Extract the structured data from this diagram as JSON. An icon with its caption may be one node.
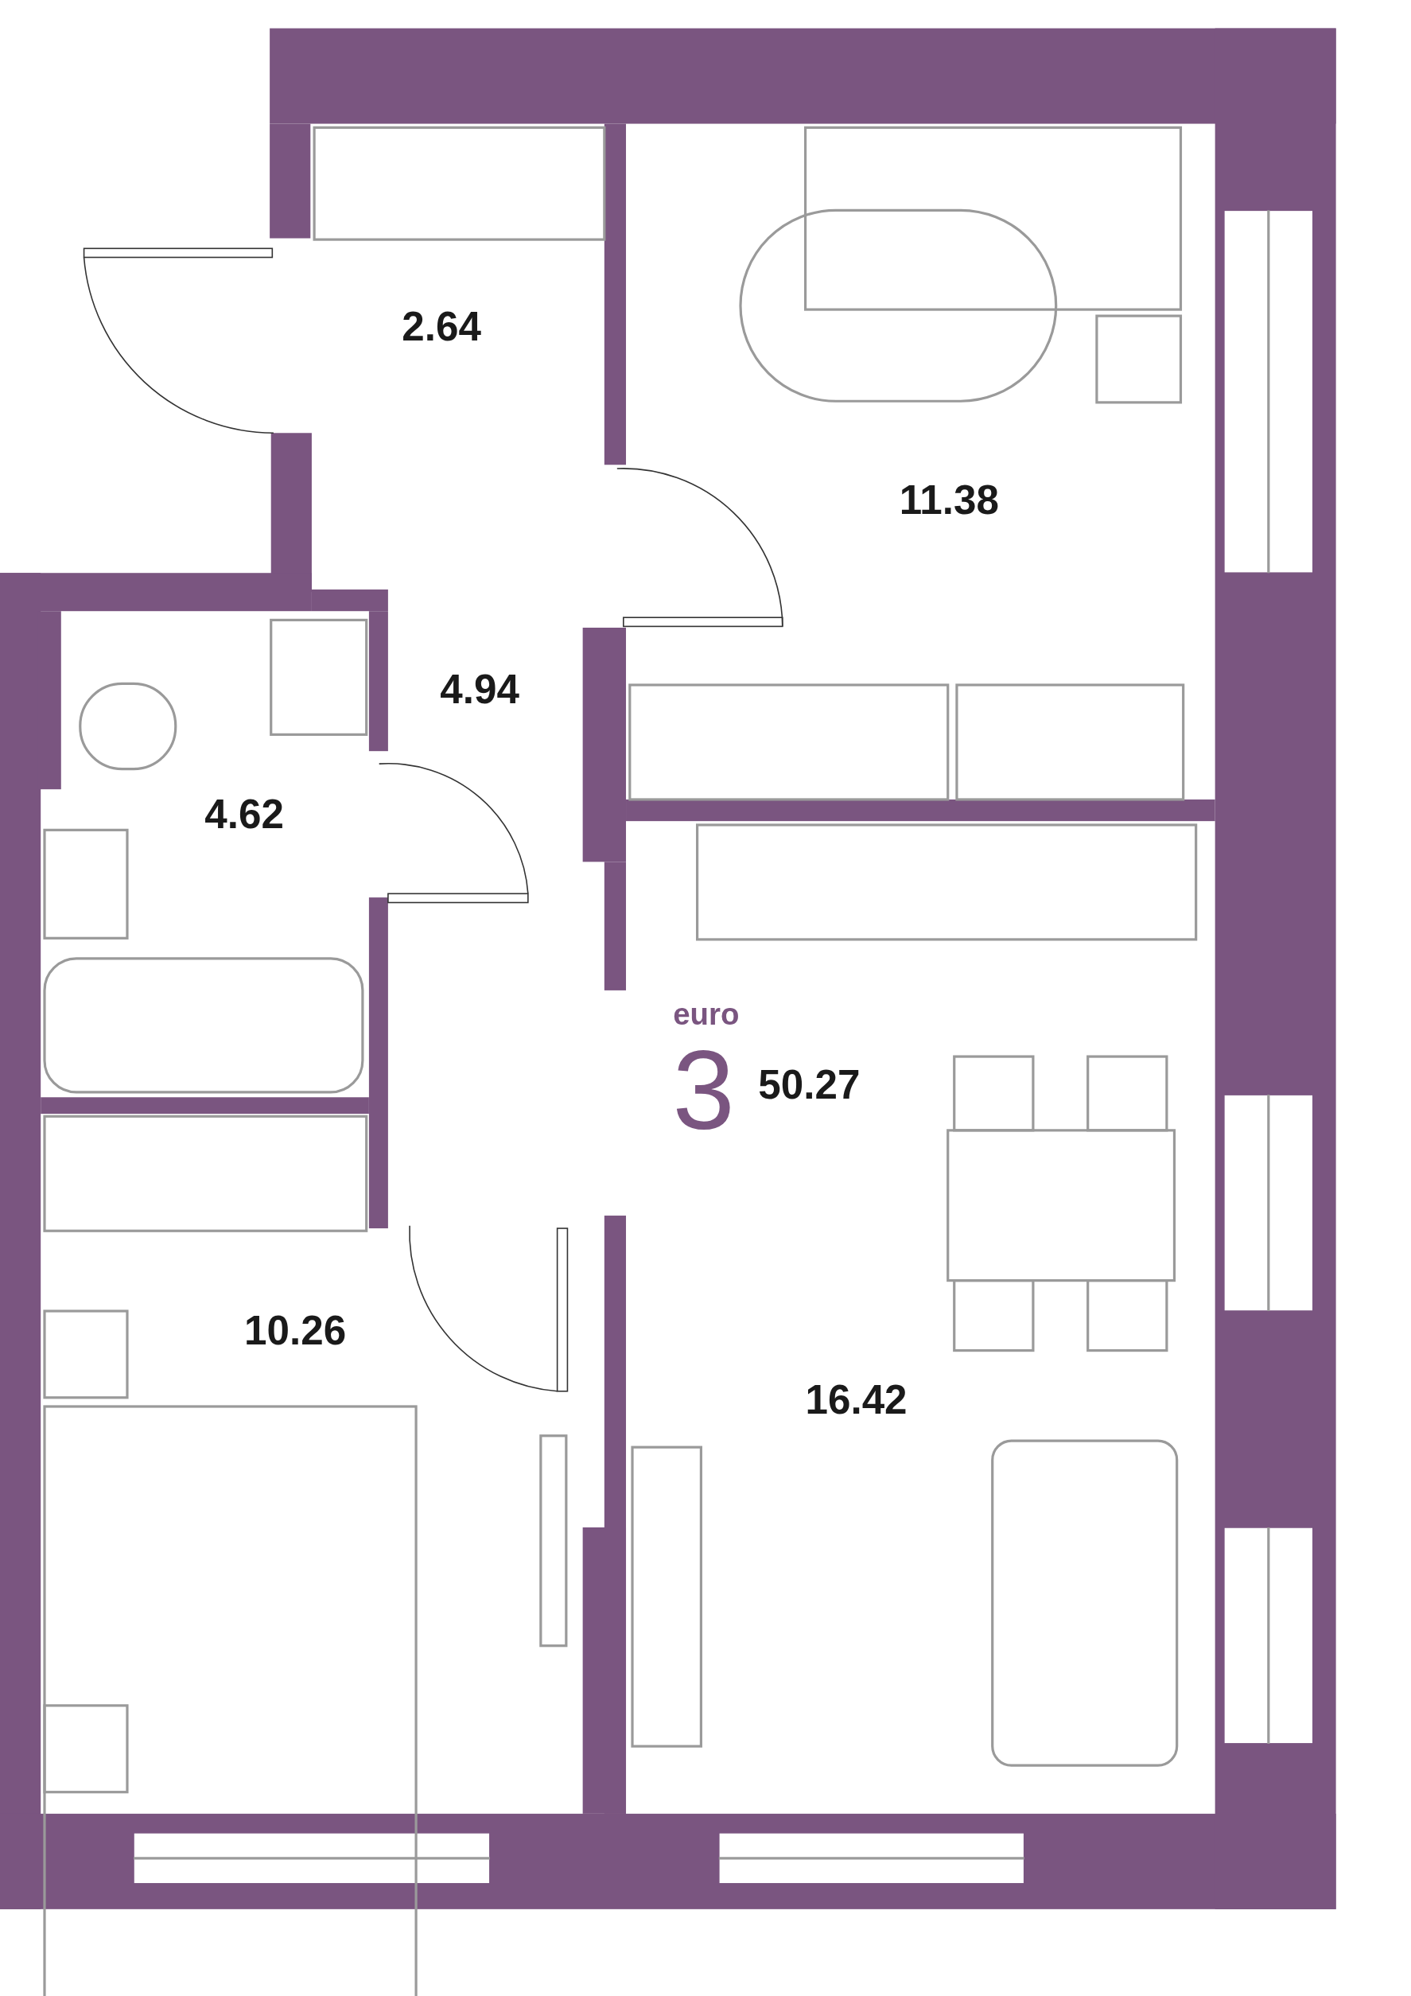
{
  "diagram": {
    "labels": [
      "2.64",
      "11.38",
      "4.94",
      "4.62",
      "euro",
      "3",
      "50.27",
      "10.26",
      "16.42"
    ]
  }
}
